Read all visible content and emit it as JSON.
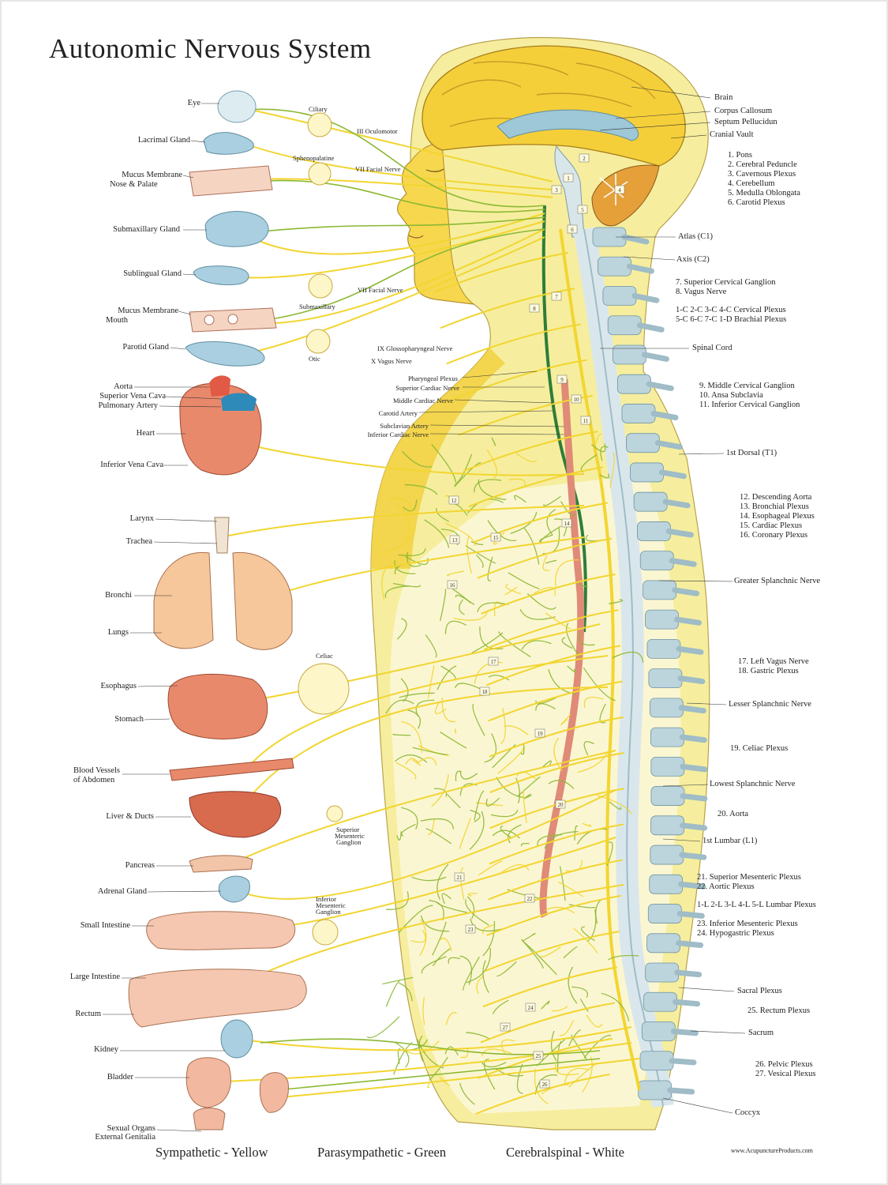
{
  "title": "Autonomic Nervous System",
  "organ_labels": {
    "eye": "Eye",
    "lacrimal": "Lacrimal Gland",
    "mucus_nose_1": "Mucus Membrane",
    "mucus_nose_2": "Nose & Palate",
    "submaxillary_gland": "Submaxillary Gland",
    "sublingual": "Sublingual Gland",
    "mucus_mouth_1": "Mucus Membrane",
    "mucus_mouth_2": "Mouth",
    "parotid": "Parotid Gland",
    "aorta": "Aorta",
    "svc": "Superior Vena Cava",
    "pulmonary": "Pulmonary Artery",
    "heart": "Heart",
    "ivc": "Inferior Vena Cava",
    "larynx": "Larynx",
    "trachea": "Trachea",
    "bronchi": "Bronchi",
    "lungs": "Lungs",
    "esophagus": "Esophagus",
    "stomach": "Stomach",
    "blood_vessels_1": "Blood Vessels",
    "blood_vessels_2": "of Abdomen",
    "liver": "Liver & Ducts",
    "pancreas": "Pancreas",
    "adrenal": "Adrenal Gland",
    "small_intestine": "Small Intestine",
    "large_intestine": "Large Intestine",
    "rectum": "Rectum",
    "kidney": "Kidney",
    "bladder": "Bladder",
    "sexual_1": "Sexual Organs",
    "sexual_2": "External Genitalia"
  },
  "ganglion_labels": {
    "ciliary": "Ciliary",
    "sphenopalatine": "Sphenopalatine",
    "submaxillary": "Submaxillary",
    "otic": "Otic",
    "celiac": "Celiac",
    "sup_mes_1": "Superior",
    "sup_mes_2": "Mesenteric",
    "sup_mes_3": "Ganglion",
    "inf_mes_1": "Inferior",
    "inf_mes_2": "Mesenteric",
    "inf_mes_3": "Ganglion"
  },
  "nerve_labels": {
    "oculomotor": "III Oculomotor",
    "facial_1": "VII Facial Nerve",
    "facial_2": "VII Facial Nerve",
    "glosso": "IX Glossopharyngeal Nerve",
    "vagus": "X Vagus Nerve",
    "pharyngeal": "Pharyngeal Plexus",
    "sup_cardiac": "Superior Cardiac Nerve",
    "mid_cardiac": "Middle Cardiac Nerve",
    "carotid": "Carotid Artery",
    "subclavian": "Subclavian Artery",
    "inf_cardiac": "Inferior Cardiac Nerve"
  },
  "right_labels": {
    "brain": "Brain",
    "corpus": "Corpus Callosum",
    "septum": "Septum Pellucidun",
    "cranial": "Cranial Vault",
    "atlas": "Atlas (C1)",
    "axis": "Axis (C2)",
    "spinal_cord": "Spinal Cord",
    "first_dorsal": "1st Dorsal (T1)",
    "greater": "Greater Splanchnic Nerve",
    "lesser": "Lesser Splanchnic Nerve",
    "lowest": "Lowest Splanchnic Nerve",
    "first_lumbar": "1st Lumbar (L1)",
    "sacral": "Sacral Plexus",
    "sacrum": "Sacrum",
    "coccyx": "Coccyx"
  },
  "numbered_lists": {
    "head": [
      "1. Pons",
      "2. Cerebral Peduncle",
      "3. Cavernous Plexus",
      "4. Cerebellum",
      "5. Medulla Oblongata",
      "6. Carotid Plexus"
    ],
    "cervical": [
      "7. Superior Cervical Ganglion",
      "8. Vagus Nerve"
    ],
    "plexus": [
      "1-C 2-C 3-C 4-C Cervical Plexus",
      "5-C 6-C 7-C 1-D Brachial Plexus"
    ],
    "neck": [
      "9. Middle Cervical Ganglion",
      "10. Ansa Subclavia",
      "11. Inferior Cervical Ganglion"
    ],
    "thorax": [
      "12. Descending Aorta",
      "13. Bronchial Plexus",
      "14. Esophageal Plexus",
      "15. Cardiac Plexus",
      "16. Coronary Plexus"
    ],
    "vagus": [
      "17. Left Vagus Nerve",
      "18. Gastric Plexus"
    ],
    "celiac": [
      "19. Celiac Plexus"
    ],
    "aorta": [
      "20. Aorta"
    ],
    "mesenteric": [
      "21. Superior Mesenteric Plexus",
      "22. Aortic Plexus"
    ],
    "lumbar": [
      "1-L 2-L 3-L 4-L 5-L Lumbar Plexus"
    ],
    "hypogastric": [
      "23. Inferior Mesenteric Plexus",
      "24. Hypogastric Plexus"
    ],
    "rectum": [
      "25. Rectum Plexus"
    ],
    "pelvic": [
      "26. Pelvic Plexus",
      "27. Vesical Plexus"
    ]
  },
  "figure_numbers": [
    "1",
    "2",
    "3",
    "4",
    "5",
    "6",
    "7",
    "8",
    "9",
    "10",
    "11",
    "12",
    "13",
    "14",
    "15",
    "16",
    "17",
    "18",
    "19",
    "20",
    "21",
    "22",
    "23",
    "24",
    "25",
    "26",
    "27"
  ],
  "legend": {
    "sympathetic": "Sympathetic - Yellow",
    "parasympathetic": "Parasympathetic - Green",
    "cerebrospinal": "Cerebralspinal - White"
  },
  "website": "www.AcupunctureProducts.com",
  "colors": {
    "sympathetic": "#f2d530",
    "parasympathetic": "#8cb832",
    "cerebrospinal": "#ffffff",
    "skin": "#f6ec9a",
    "brain": "#f4cd3c",
    "vertebra": "#bcd4dc",
    "organ": "#e9896c",
    "gland": "#a9cfe0"
  }
}
